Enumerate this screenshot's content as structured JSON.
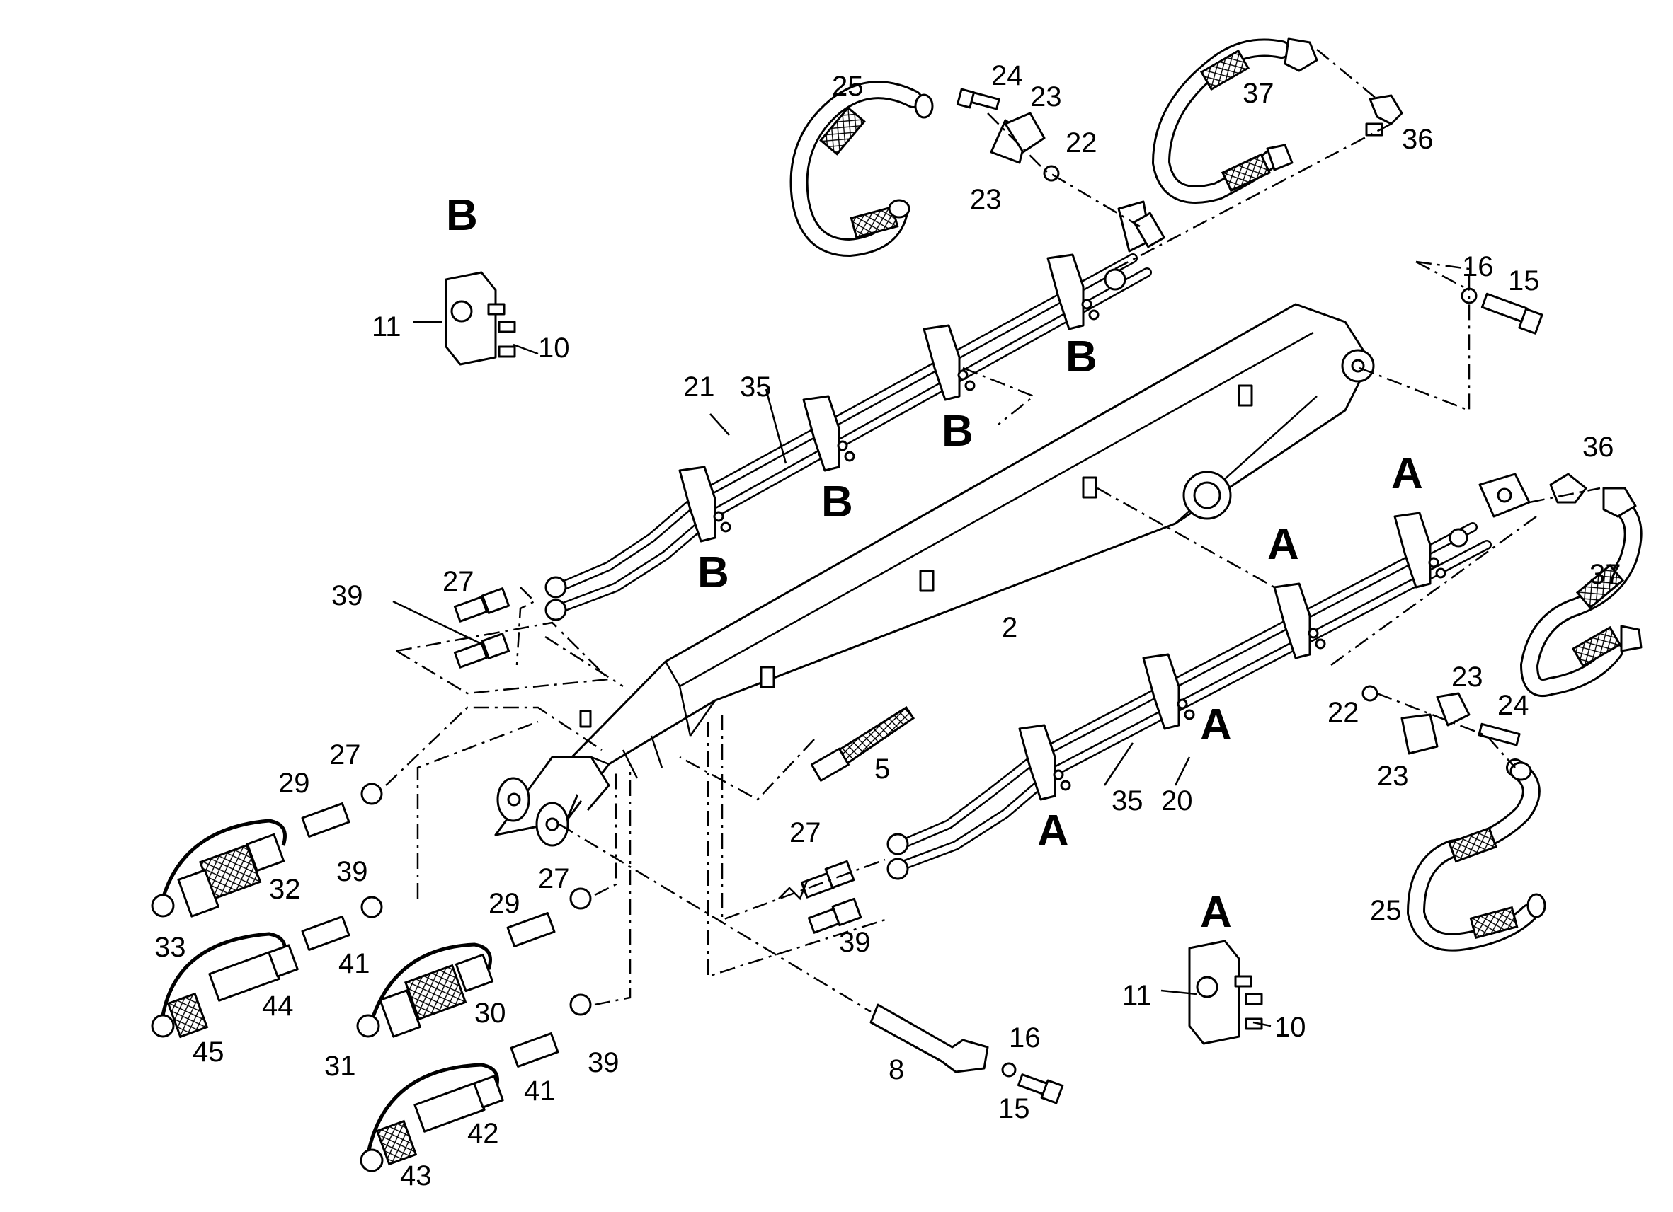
{
  "section_labels": [
    "A",
    "B"
  ],
  "part_numbers": [
    "2",
    "5",
    "8",
    "10",
    "11",
    "15",
    "16",
    "20",
    "21",
    "22",
    "23",
    "24",
    "25",
    "27",
    "29",
    "30",
    "31",
    "32",
    "33",
    "35",
    "36",
    "37",
    "39",
    "41",
    "42",
    "43",
    "44",
    "45"
  ],
  "labels": {
    "big_A": "A",
    "big_B": "B",
    "n2": "2",
    "n5": "5",
    "n8": "8",
    "n10": "10",
    "n11": "11",
    "n15": "15",
    "n16": "16",
    "n20": "20",
    "n21": "21",
    "n22": "22",
    "n23": "23",
    "n24": "24",
    "n25": "25",
    "n27": "27",
    "n29": "29",
    "n30": "30",
    "n31": "31",
    "n32": "32",
    "n33": "33",
    "n35": "35",
    "n36": "36",
    "n37": "37",
    "n39": "39",
    "n41": "41",
    "n42": "42",
    "n43": "43",
    "n44": "44",
    "n45": "45"
  }
}
